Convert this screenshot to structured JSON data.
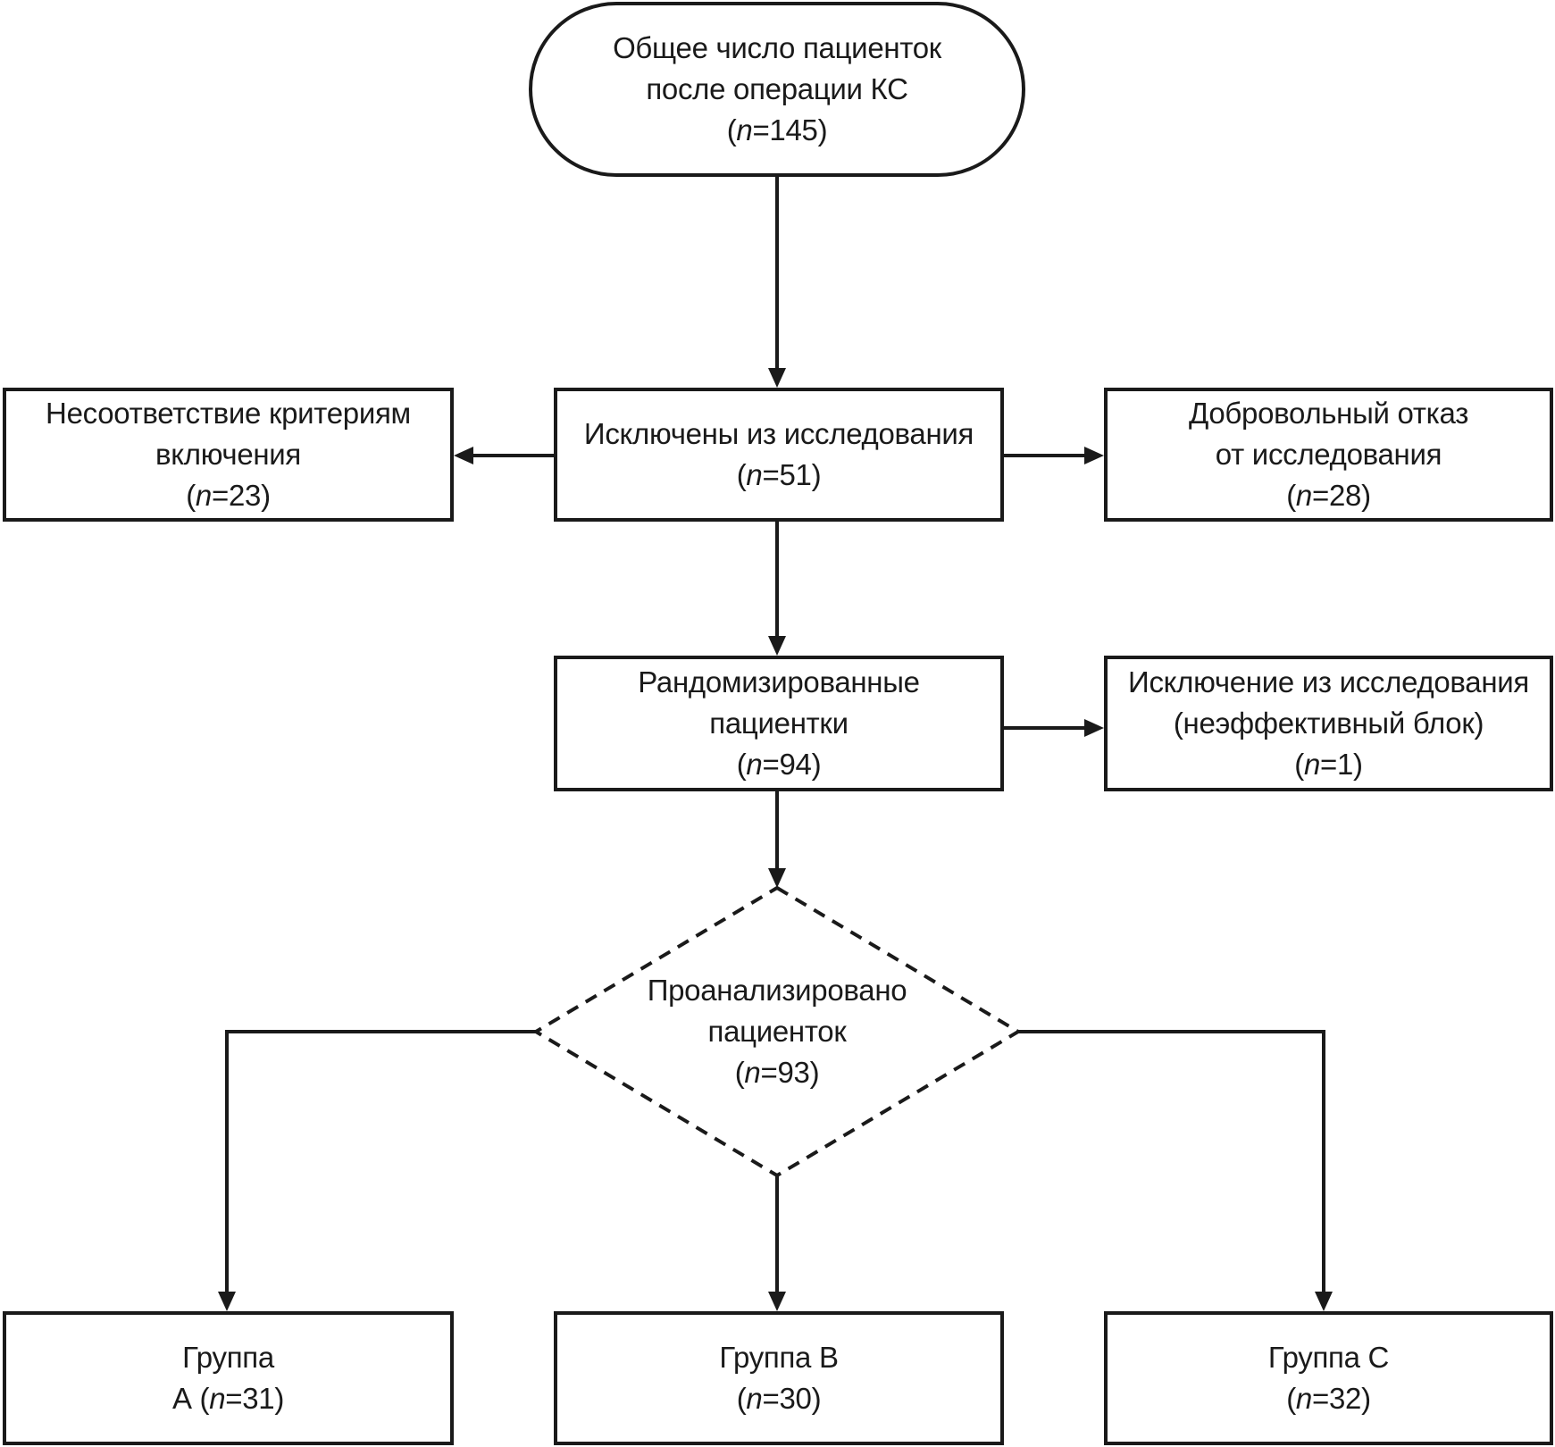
{
  "colors": {
    "stroke": "#1a1a1a",
    "background": "#ffffff"
  },
  "nodes": {
    "total": {
      "line1": "Общее число пациенток",
      "line2": "после операции КС",
      "n_var": "n",
      "n_value": "=145"
    },
    "excluded": {
      "line1": "Исключены из исследования",
      "n_var": "n",
      "n_value": "=51"
    },
    "mismatch": {
      "line1": "Несоответствие критериям",
      "line2": "включения",
      "n_var": "n",
      "n_value": "=23"
    },
    "refusal": {
      "line1": "Добровольный отказ",
      "line2": "от исследования",
      "n_var": "n",
      "n_value": "=28"
    },
    "randomized": {
      "line1": "Рандомизированные",
      "line2": "пациентки",
      "n_var": "n",
      "n_value": "=94"
    },
    "ineffective": {
      "line1": "Исключение из исследования",
      "line2": "(неэффективный блок)",
      "n_var": "n",
      "n_value": "=1"
    },
    "analyzed": {
      "line1": "Проанализировано",
      "line2": "пациенток",
      "n_var": "n",
      "n_value": "=93"
    },
    "group_a": {
      "line1": "Группа",
      "line2_prefix": "А (",
      "n_var": "n",
      "n_value": "=31)"
    },
    "group_b": {
      "line1": "Группа В",
      "n_var": "n",
      "n_value": "=30"
    },
    "group_c": {
      "line1": "Группа С",
      "n_var": "n",
      "n_value": "=32"
    }
  }
}
